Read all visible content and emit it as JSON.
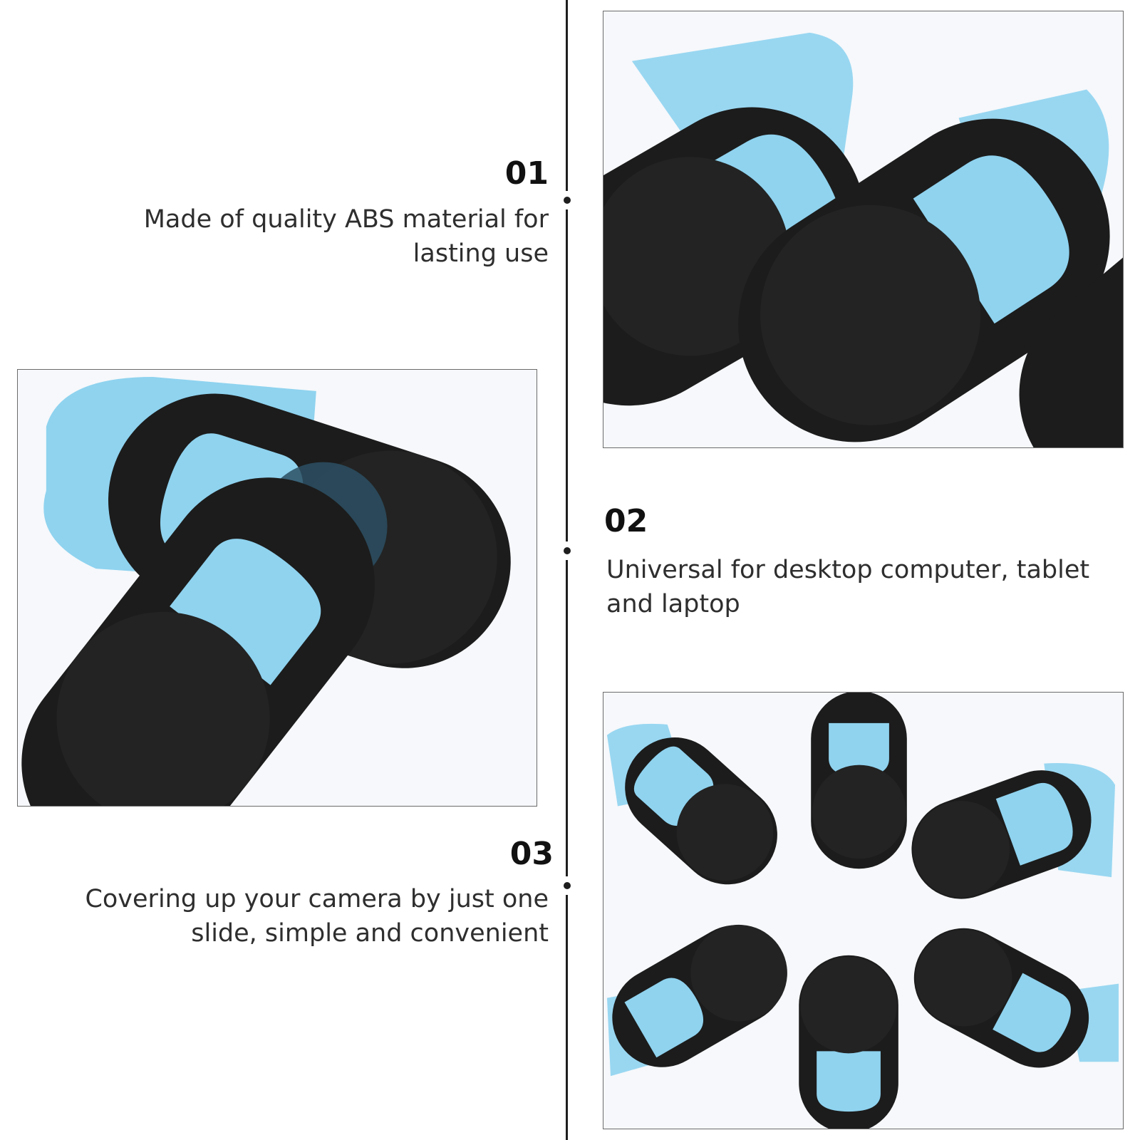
{
  "features": [
    {
      "number": "01",
      "text": "Made of quality ABS material for lasting use"
    },
    {
      "number": "02",
      "text": "Universal for desktop computer, tablet and laptop"
    },
    {
      "number": "03",
      "text": "Covering up your camera by just one slide, simple and convenient"
    }
  ],
  "colors": {
    "cover": "#1c1c1c",
    "backing": "#8fd3ef",
    "line": "#1e1e1e"
  }
}
